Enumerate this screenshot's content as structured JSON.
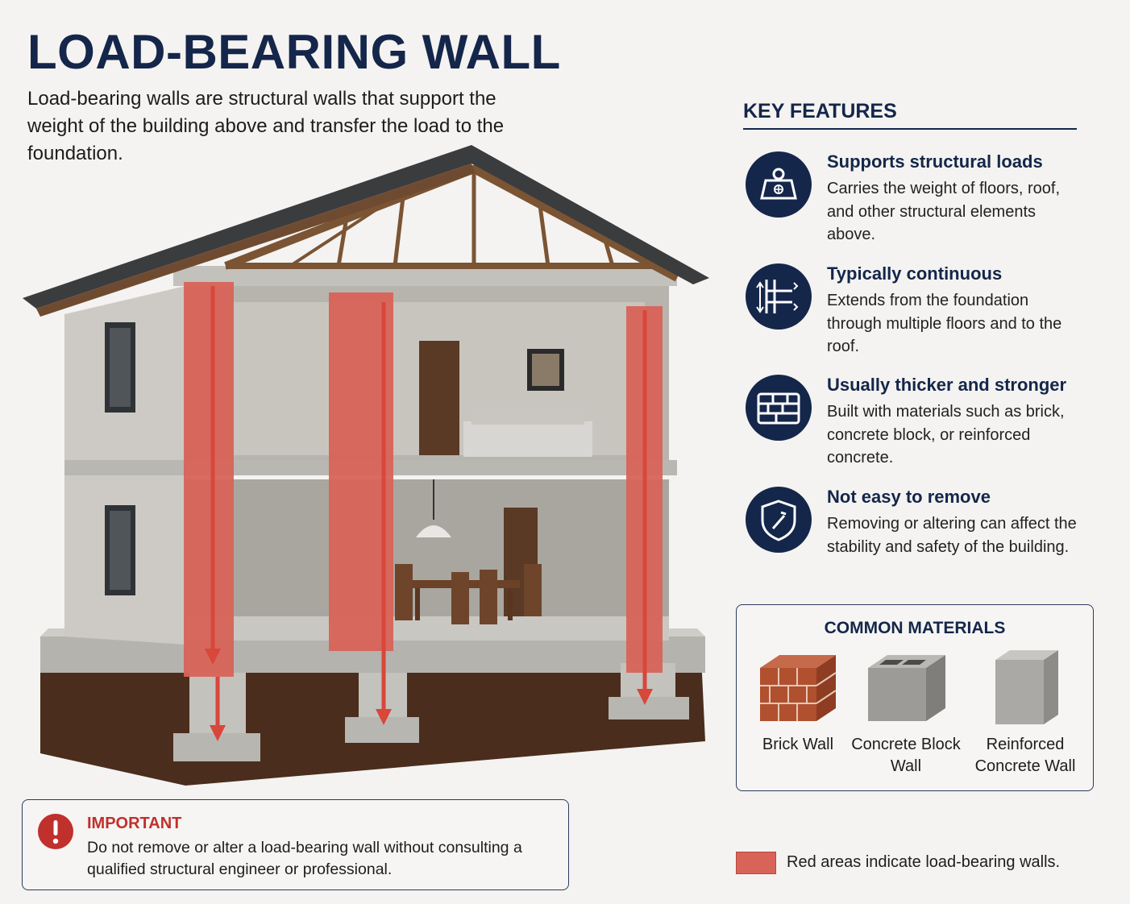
{
  "header": {
    "title": "LOAD-BEARING WALL",
    "intro": "Load-bearing walls are structural walls that support the weight of the building above and transfer the load to the foundation."
  },
  "key_features": {
    "title": "KEY FEATURES",
    "items": [
      {
        "icon": "weight-icon",
        "heading": "Supports structural loads",
        "body": "Carries the weight of floors, roof, and other structural elements above."
      },
      {
        "icon": "continuous-walls-icon",
        "heading": "Typically continuous",
        "body": "Extends from the foundation through multiple floors and to the roof."
      },
      {
        "icon": "brick-icon",
        "heading": "Usually thicker and stronger",
        "body": "Built with materials such as brick, concrete block, or reinforced concrete."
      },
      {
        "icon": "shield-icon",
        "heading": "Not easy to remove",
        "body": "Removing or altering can affect the stability and safety of the building."
      }
    ]
  },
  "materials": {
    "title": "COMMON MATERIALS",
    "items": [
      {
        "icon": "brick-wall-icon",
        "label": "Brick Wall"
      },
      {
        "icon": "concrete-block-icon",
        "label": "Concrete Block Wall"
      },
      {
        "icon": "reinforced-concrete-icon",
        "label": "Reinforced Concrete Wall"
      }
    ]
  },
  "important": {
    "title": "IMPORTANT",
    "body": "Do not remove or alter a load-bearing wall without consulting a qualified structural engineer or professional."
  },
  "legend": {
    "text": "Red areas indicate load-bearing walls.",
    "color": "#d86358"
  },
  "colors": {
    "navy": "#14264a",
    "load_bearing_red": "#d86358",
    "warning_red": "#c0302c"
  }
}
